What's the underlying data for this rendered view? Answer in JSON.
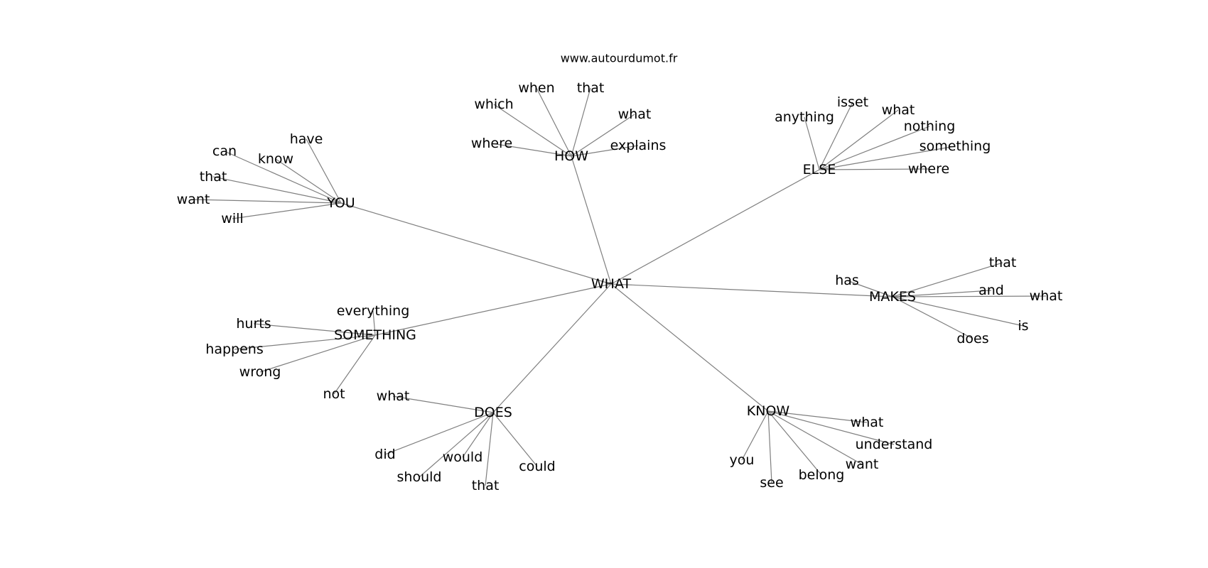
{
  "source_label": "www.autourdumot.fr",
  "root": "WHAT",
  "clusters": [
    {
      "hub": "HOW",
      "words": [
        "where",
        "which",
        "when",
        "that",
        "what",
        "explains"
      ]
    },
    {
      "hub": "ELSE",
      "words": [
        "anything",
        "isset",
        "what",
        "nothing",
        "something",
        "where"
      ]
    },
    {
      "hub": "YOU",
      "words": [
        "have",
        "can",
        "know",
        "that",
        "want",
        "will"
      ]
    },
    {
      "hub": "MAKES",
      "words": [
        "has",
        "that",
        "and",
        "what",
        "is",
        "does"
      ]
    },
    {
      "hub": "SOMETHING",
      "words": [
        "everything",
        "hurts",
        "happens",
        "wrong",
        "not"
      ]
    },
    {
      "hub": "DOES",
      "words": [
        "what",
        "did",
        "should",
        "would",
        "that",
        "could"
      ]
    },
    {
      "hub": "KNOW",
      "words": [
        "what",
        "understand",
        "want",
        "belong",
        "see",
        "you"
      ]
    }
  ]
}
